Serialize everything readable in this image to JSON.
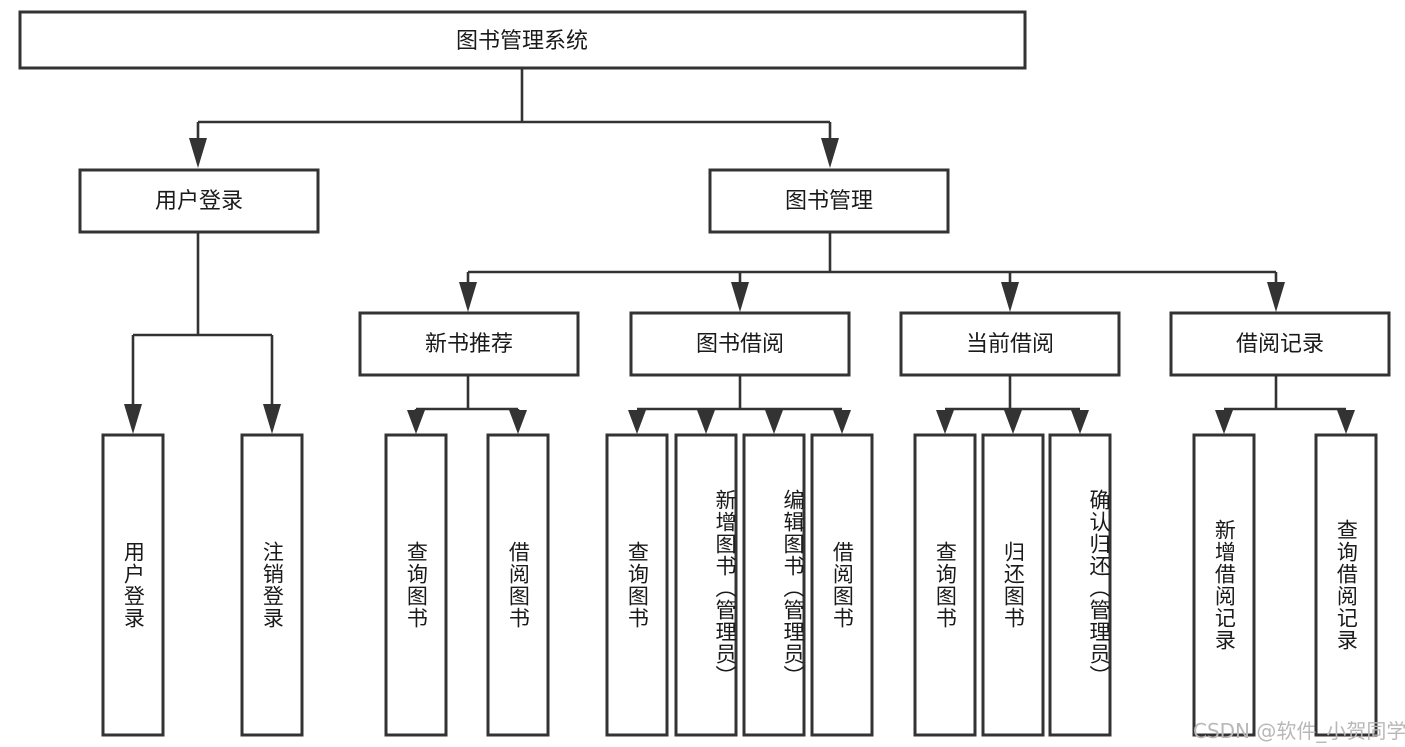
{
  "diagram": {
    "title": "图书管理系统",
    "type": "tree",
    "colors": {
      "box_stroke": "#333333",
      "box_fill": "#ffffff",
      "text": "#1a1a1a",
      "connector": "#333333",
      "background": "#ffffff",
      "watermark": "#b8b8b8"
    },
    "root": {
      "label": "图书管理系统"
    },
    "level2": [
      {
        "label": "用户登录"
      },
      {
        "label": "图书管理"
      }
    ],
    "level3": [
      {
        "label": "新书推荐"
      },
      {
        "label": "图书借阅"
      },
      {
        "label": "当前借阅"
      },
      {
        "label": "借阅记录"
      }
    ],
    "leaves": [
      {
        "label": "用户登录",
        "parent": "用户登录"
      },
      {
        "label": "注销登录",
        "parent": "用户登录"
      },
      {
        "label": "查询图书",
        "parent": "新书推荐"
      },
      {
        "label": "借阅图书",
        "parent": "新书推荐"
      },
      {
        "label": "查询图书",
        "parent": "图书借阅"
      },
      {
        "label": "新增图书（管理员）",
        "parent": "图书借阅"
      },
      {
        "label": "编辑图书（管理员）",
        "parent": "图书借阅"
      },
      {
        "label": "借阅图书",
        "parent": "图书借阅"
      },
      {
        "label": "查询图书",
        "parent": "当前借阅"
      },
      {
        "label": "归还图书",
        "parent": "当前借阅"
      },
      {
        "label": "确认归还（管理员）",
        "parent": "当前借阅"
      },
      {
        "label": "新增借阅记录",
        "parent": "借阅记录"
      },
      {
        "label": "查询借阅记录",
        "parent": "借阅记录"
      }
    ]
  },
  "watermark": {
    "text": "CSDN @软件_小贺同学"
  }
}
